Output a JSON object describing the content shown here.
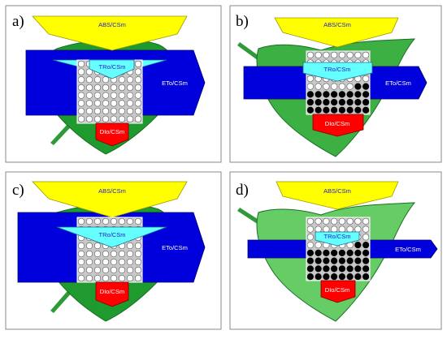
{
  "panels": [
    {
      "label": "a)",
      "abs_label": "ABS/CSm",
      "tr_label": "TRo/CSm",
      "et_label": "ETo/CSm",
      "di_label": "DIo/CSm",
      "leaf_color": "#1f9a2e",
      "active_rcs": 0
    },
    {
      "label": "b)",
      "abs_label": "ABS/CSm",
      "tr_label": "TRo/CSm",
      "et_label": "ETo/CSm",
      "di_label": "DIo/CSm",
      "leaf_color": "#3cb043",
      "active_rcs": 26
    },
    {
      "label": "c)",
      "abs_label": "ABS/CSm",
      "tr_label": "TRo/CSm",
      "et_label": "ETo/CSm",
      "di_label": "DIo/CSm",
      "leaf_color": "#1f9a2e",
      "active_rcs": 0
    },
    {
      "label": "d)",
      "abs_label": "ABS/CSm",
      "tr_label": "TRo/CSm",
      "et_label": "ETo/CSm",
      "di_label": "DIo/CSm",
      "leaf_color": "#66cc66",
      "active_rcs": 34
    }
  ],
  "colors": {
    "abs": "#ffff00",
    "tr": "#66ffff",
    "et": "#0000dd",
    "di": "#ff0000",
    "stem": "#2f9a3a",
    "frame": "#8a8a8a",
    "rc_open": "#ffffff",
    "rc_closed": "#000000"
  }
}
